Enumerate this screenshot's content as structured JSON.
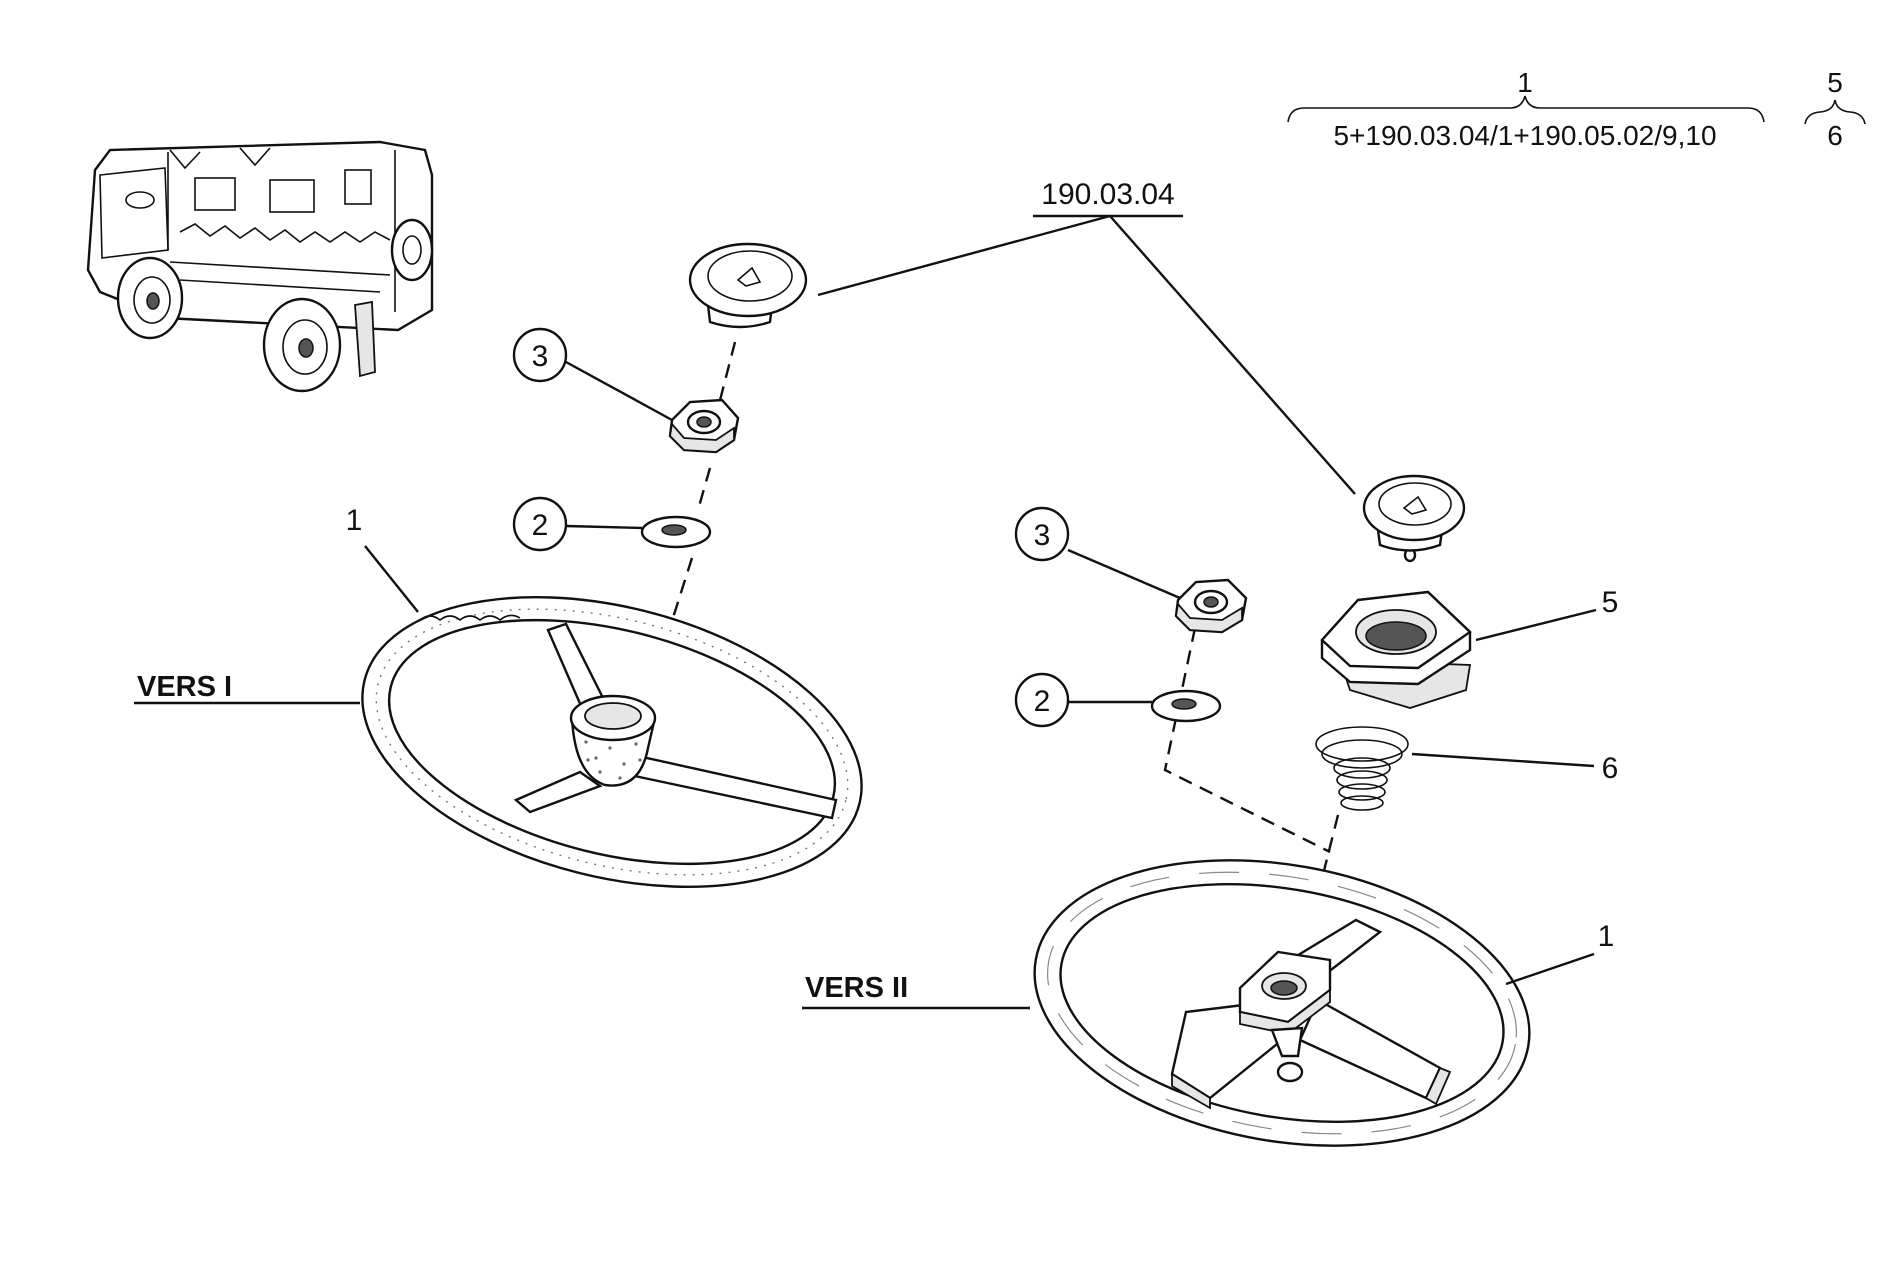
{
  "header": {
    "formula_top_number": "1",
    "formula_text": "5+190.03.04/1+190.05.02/9,10",
    "pair_top": "5",
    "pair_bottom": "6"
  },
  "reference": {
    "horn_button_ref": "190.03.04"
  },
  "versions": {
    "vers1_label": "VERS I",
    "vers2_label": "VERS II"
  },
  "callouts": {
    "v1_nut": "3",
    "v1_washer": "2",
    "v1_wheel": "1",
    "v2_nut": "3",
    "v2_washer": "2",
    "v2_wheel": "1",
    "v2_adapter": "5",
    "v2_spring": "6"
  }
}
